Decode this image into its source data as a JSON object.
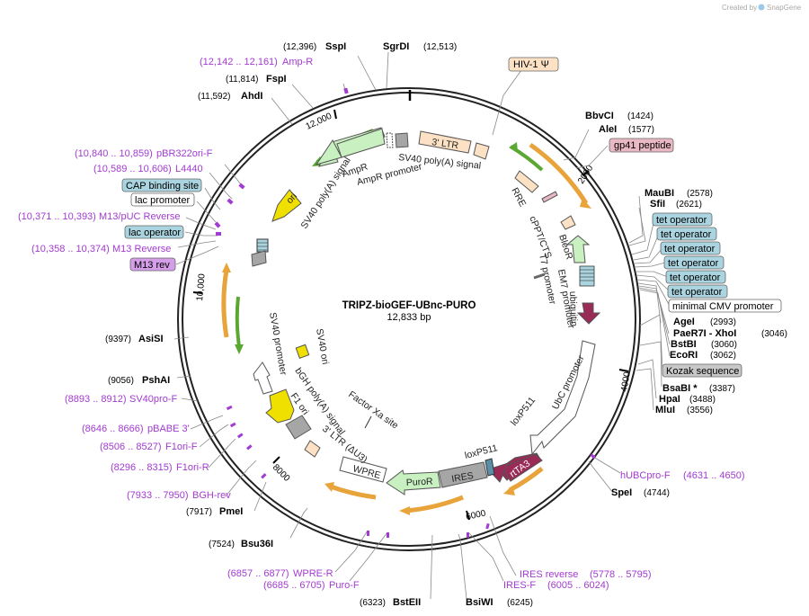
{
  "title": "TRIPZ-bioGEF-UBnc-PURO",
  "size": "12,833 bp",
  "credit": {
    "text": "Created by",
    "brand": "SnapGene"
  },
  "ticks": [
    {
      "label": "2000"
    },
    {
      "label": "4000"
    },
    {
      "label": "6000"
    },
    {
      "label": "8000"
    },
    {
      "label": "10,000"
    },
    {
      "label": "12,000"
    }
  ],
  "sites": [
    {
      "name": "SspI",
      "pos": "(12,396)"
    },
    {
      "name": "SgrDI",
      "pos": "(12,513)"
    },
    {
      "name": "FspI",
      "pos": "(11,814)"
    },
    {
      "name": "AhdI",
      "pos": "(11,592)"
    },
    {
      "name": "BbvCI",
      "pos": "(1424)"
    },
    {
      "name": "AleI",
      "pos": "(1577)"
    },
    {
      "name": "MauBI",
      "pos": "(2578)"
    },
    {
      "name": "SfiI",
      "pos": "(2621)"
    },
    {
      "name": "AgeI",
      "pos": "(2993)"
    },
    {
      "name": "PaeR7I - XhoI",
      "pos": "(3046)"
    },
    {
      "name": "BstBI",
      "pos": "(3060)"
    },
    {
      "name": "EcoRI",
      "pos": "(3062)"
    },
    {
      "name": "BsaBI *",
      "pos": "(3387)"
    },
    {
      "name": "HpaI",
      "pos": "(3488)"
    },
    {
      "name": "MluI",
      "pos": "(3556)"
    },
    {
      "name": "SpeI",
      "pos": "(4744)"
    },
    {
      "name": "BsiWI",
      "pos": "(6245)"
    },
    {
      "name": "BstEII",
      "pos": "(6323)"
    },
    {
      "name": "Bsu36I",
      "pos": "(7524)"
    },
    {
      "name": "PmeI",
      "pos": "(7917)"
    },
    {
      "name": "PshAI",
      "pos": "(9056)"
    },
    {
      "name": "AsiSI",
      "pos": "(9397)"
    }
  ],
  "primers": [
    {
      "name": "Amp-R",
      "pos": "(12,142 .. 12,161)"
    },
    {
      "name": "pBR322ori-F",
      "pos": "(10,840 .. 10,859)"
    },
    {
      "name": "L4440",
      "pos": "(10,589 .. 10,606)"
    },
    {
      "name": "M13/pUC Reverse",
      "pos": "(10,371 .. 10,393)"
    },
    {
      "name": "M13 Reverse",
      "pos": "(10,358 .. 10,374)"
    },
    {
      "name": "SV40pro-F",
      "pos": "(8893 .. 8912)"
    },
    {
      "name": "pBABE 3'",
      "pos": "(8646 .. 8666)"
    },
    {
      "name": "F1ori-F",
      "pos": "(8506 .. 8527)"
    },
    {
      "name": "F1ori-R",
      "pos": "(8296 .. 8315)"
    },
    {
      "name": "BGH-rev",
      "pos": "(7933 .. 7950)"
    },
    {
      "name": "WPRE-R",
      "pos": "(6857 .. 6877)"
    },
    {
      "name": "Puro-F",
      "pos": "(6685 .. 6705)"
    },
    {
      "name": "IRES reverse",
      "pos": "(5778 .. 5795)"
    },
    {
      "name": "IRES-F",
      "pos": "(6005 .. 6024)"
    },
    {
      "name": "hUBCpro-F",
      "pos": "(4631 .. 4650)"
    }
  ],
  "boxed_features": [
    {
      "name": "HIV-1 Ψ",
      "color": "#fde1c4"
    },
    {
      "name": "gp41 peptide",
      "color": "#e8b8c4"
    },
    {
      "name": "tet operator",
      "color": "#a9d4e0"
    },
    {
      "name": "tet operator",
      "color": "#a9d4e0"
    },
    {
      "name": "tet operator",
      "color": "#a9d4e0"
    },
    {
      "name": "tet operator",
      "color": "#a9d4e0"
    },
    {
      "name": "tet operator",
      "color": "#a9d4e0"
    },
    {
      "name": "tet operator",
      "color": "#a9d4e0"
    },
    {
      "name": "minimal CMV promoter",
      "color": "#ffffff"
    },
    {
      "name": "Kozak sequence",
      "color": "#c8c8c8"
    },
    {
      "name": "CAP binding site",
      "color": "#a9d4e0"
    },
    {
      "name": "lac promoter",
      "color": "#ffffff"
    },
    {
      "name": "lac operator",
      "color": "#a9d4e0"
    },
    {
      "name": "M13 rev",
      "color": "#d59ee8"
    }
  ],
  "inner_labels": {
    "ltr3": "3' LTR",
    "sv40_polya_top": "SV40 poly(A) signal",
    "ampr": "AmpR",
    "ampr_promoter": "AmpR promoter",
    "ori": "ori",
    "sv40_polya_left": "SV40 poly(A) signal",
    "rre": "RRE",
    "cppt": "cPPT/CTS",
    "bleor": "BleoR",
    "t7": "T7 promoter",
    "em7": "EM7 promoter",
    "ubiquitin": "ubiquitin",
    "ubc": "UbC promoter",
    "loxp_a": "loxP511",
    "loxp_b": "loxP511",
    "rtta3": "rtTA3",
    "ires": "IRES",
    "puror": "PuroR",
    "wpre": "WPRE",
    "ltr_du3": "3' LTR (ΔU3)",
    "factor_xa": "Factor Xa site",
    "bgh": "bGH poly(A) signal",
    "f1ori": "F1 ori",
    "sv40_ori": "SV40 ori",
    "sv40_promoter": "SV40 promoter"
  },
  "colors": {
    "backbone": "#222222",
    "primer": "#a23bd0",
    "orange_arrow": "#e8a33a",
    "green_arrow": "#5aa832",
    "ampr_fill": "#c8f0c0",
    "ori_fill": "#f0e000",
    "rtta3_fill": "#9a2a56",
    "puror_fill": "#c8f0c0",
    "ires_fill": "#a6a6a6",
    "ltr_fill": "#fde1c4"
  }
}
